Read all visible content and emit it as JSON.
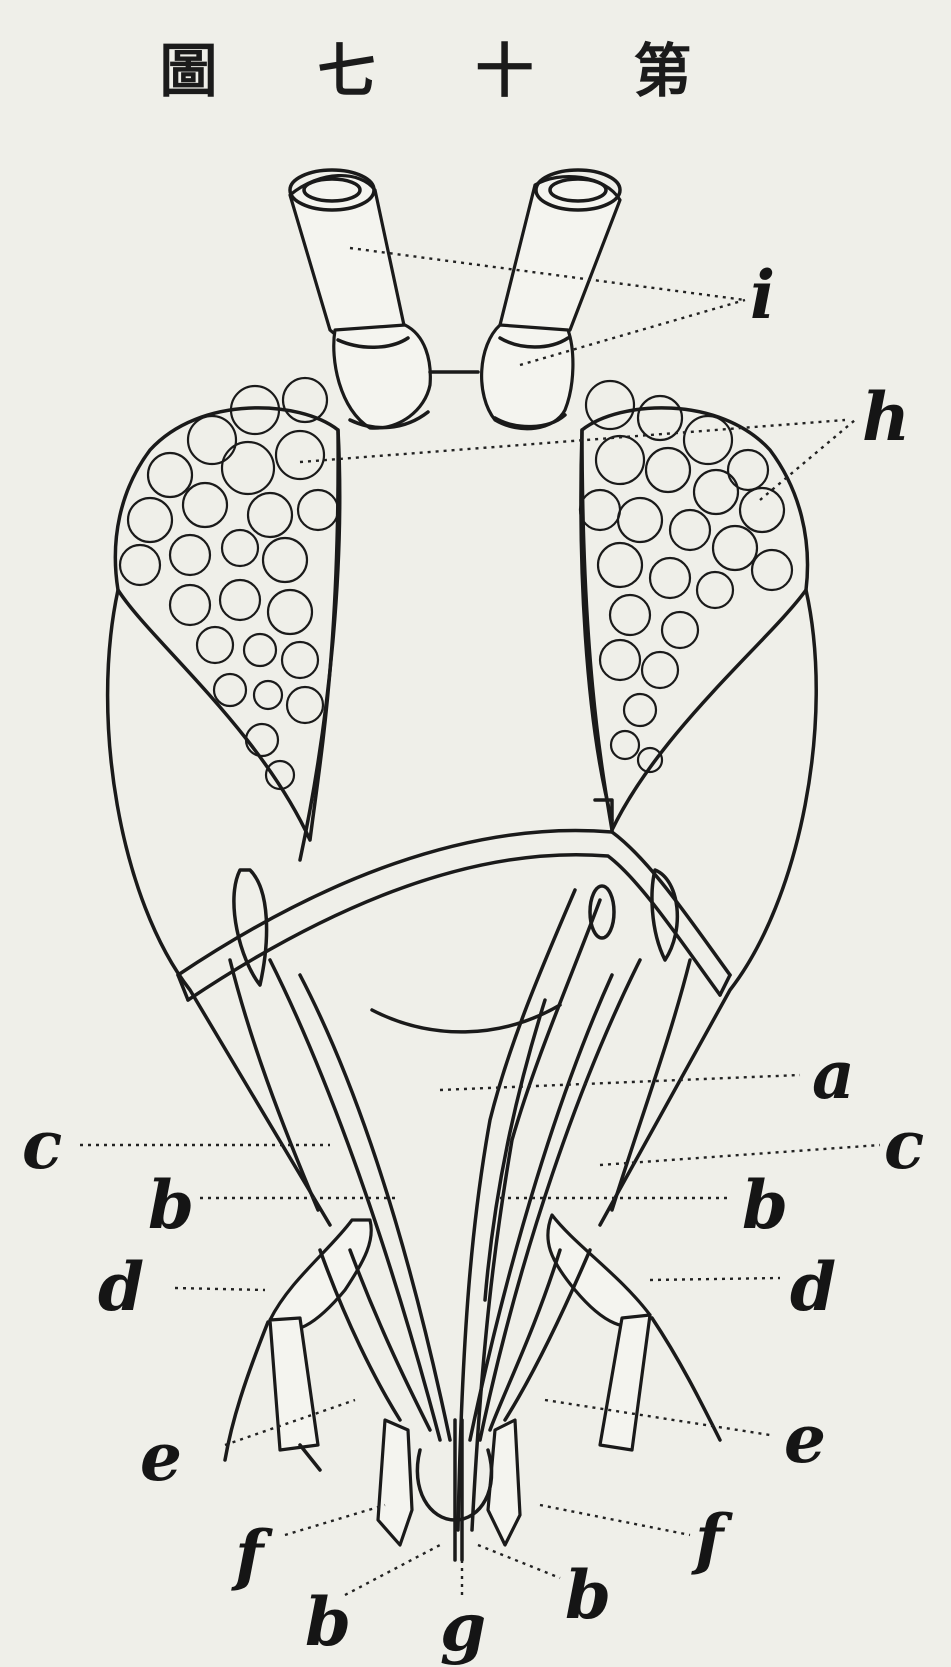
{
  "figure": {
    "title_chars": [
      "圖",
      "七",
      "十",
      "第"
    ]
  },
  "labels": {
    "a": "a",
    "b": "b",
    "c": "c",
    "d": "d",
    "e": "e",
    "f": "f",
    "g": "g",
    "h": "h",
    "i": "i"
  }
}
